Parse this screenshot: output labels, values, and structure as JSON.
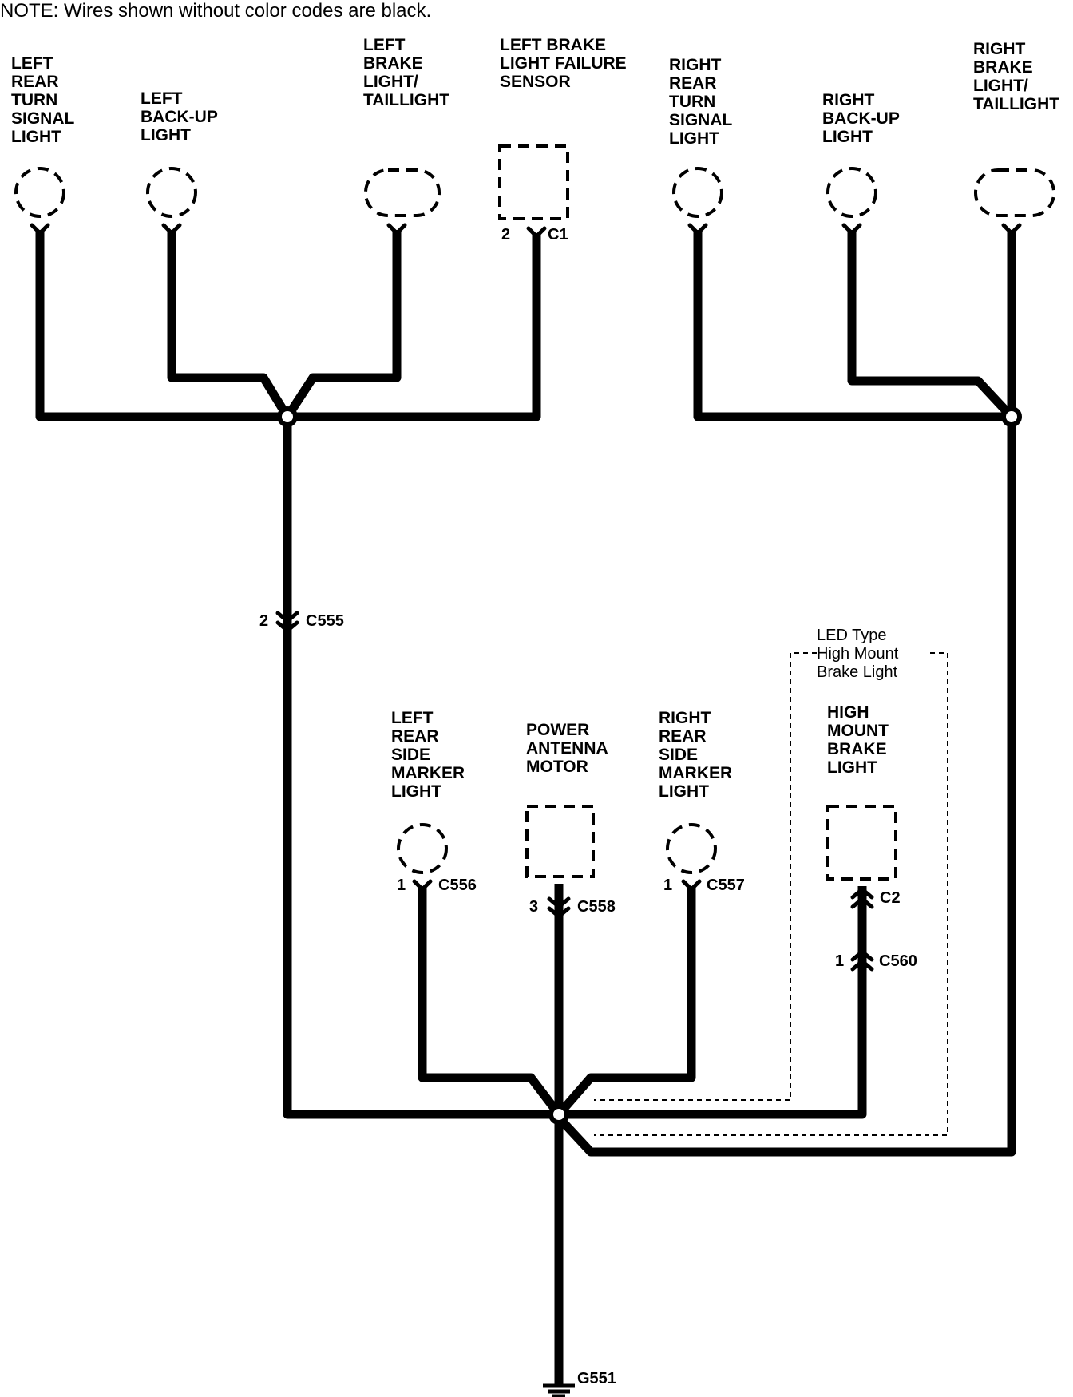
{
  "note": "NOTE: Wires shown without color codes are black.",
  "components": {
    "left_rear_turn": "LEFT\nREAR\nTURN\nSIGNAL\nLIGHT",
    "left_backup": "LEFT\nBACK-UP\nLIGHT",
    "left_brake": "LEFT\nBRAKE\nLIGHT/\nTAILLIGHT",
    "left_brake_sensor": "LEFT BRAKE\nLIGHT FAILURE\nSENSOR",
    "right_rear_turn": "RIGHT\nREAR\nTURN\nSIGNAL\nLIGHT",
    "right_backup": "RIGHT\nBACK-UP\nLIGHT",
    "right_brake": "RIGHT\nBRAKE\nLIGHT/\nTAILLIGHT",
    "left_side_marker": "LEFT\nREAR\nSIDE\nMARKER\nLIGHT",
    "power_antenna": "POWER\nANTENNA\nMOTOR",
    "right_side_marker": "RIGHT\nREAR\nSIDE\nMARKER\nLIGHT",
    "high_mount": "HIGH\nMOUNT\nBRAKE\nLIGHT",
    "led_type": "LED Type\nHigh Mount\nBrake Light"
  },
  "connectors": {
    "sensor_pin": "2",
    "sensor_conn": "C1",
    "c555_pin": "2",
    "c555": "C555",
    "c556_pin": "1",
    "c556": "C556",
    "c558_pin": "3",
    "c558": "C558",
    "c557_pin": "1",
    "c557": "C557",
    "c2": "C2",
    "c560_pin": "1",
    "c560": "C560",
    "ground": "G551"
  }
}
